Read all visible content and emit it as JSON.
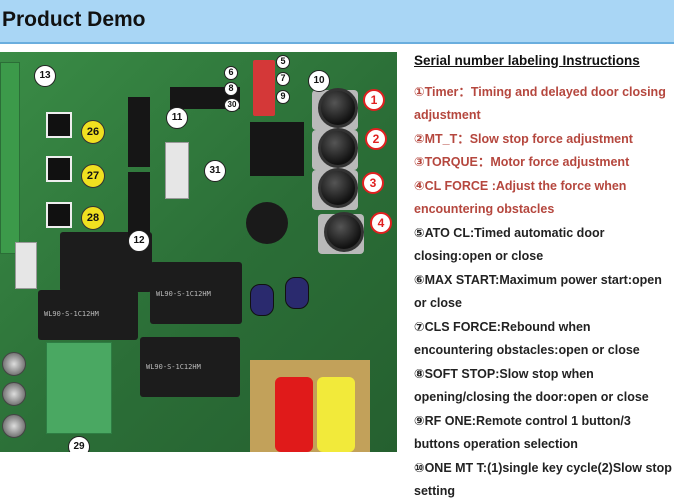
{
  "header": {
    "title": "Product Demo"
  },
  "colors": {
    "header_bg": "#a9d6f5",
    "red_text": "#b5473e",
    "dark_text": "#222222",
    "pcb_green": "#2f7a3c"
  },
  "photo": {
    "labels": {
      "n13": "13",
      "n5": "5",
      "n6": "6",
      "n7": "7",
      "n8": "8",
      "n9": "9",
      "n30": "30",
      "n10": "10",
      "n11": "11",
      "n12": "12",
      "n31": "31",
      "n26": "26",
      "n27": "27",
      "n28": "28",
      "n29": "29",
      "r1": "1",
      "r2": "2",
      "r3": "3",
      "r4": "4"
    },
    "relay_marks": {
      "relay_a": "WL90-S-1C12HM",
      "relay_b": "WL90-S-1C12HM",
      "relay_c": "WL90-S-1C12HM"
    }
  },
  "instructions": {
    "heading": "Serial number labeling Instructions",
    "items": [
      {
        "text": "①Timer：Timing and delayed door closing adjustment",
        "color": "red"
      },
      {
        "text": "②MT_T：Slow stop force adjustment",
        "color": "red"
      },
      {
        "text": "③TORQUE：Motor force adjustment",
        "color": "red"
      },
      {
        "text": "④CL FORCE :Adjust the force when encountering obstacles",
        "color": "red"
      },
      {
        "text": "⑤ATO CL:Timed automatic door closing:open or close",
        "color": "dark"
      },
      {
        "text": "⑥MAX START:Maximum power start:open or close",
        "color": "dark"
      },
      {
        "text": "⑦CLS FORCE:Rebound when encountering obstacles:open or close",
        "color": "dark"
      },
      {
        "text": "⑧SOFT STOP:Slow stop when opening/closing the door:open or close",
        "color": "dark"
      },
      {
        "text": "⑨RF ONE:Remote control 1 button/3 buttons operation selection",
        "color": "dark"
      },
      {
        "text": "⑩ONE MT T:(1)single key cycle(2)Slow stop setting",
        "color": "dark"
      }
    ]
  }
}
